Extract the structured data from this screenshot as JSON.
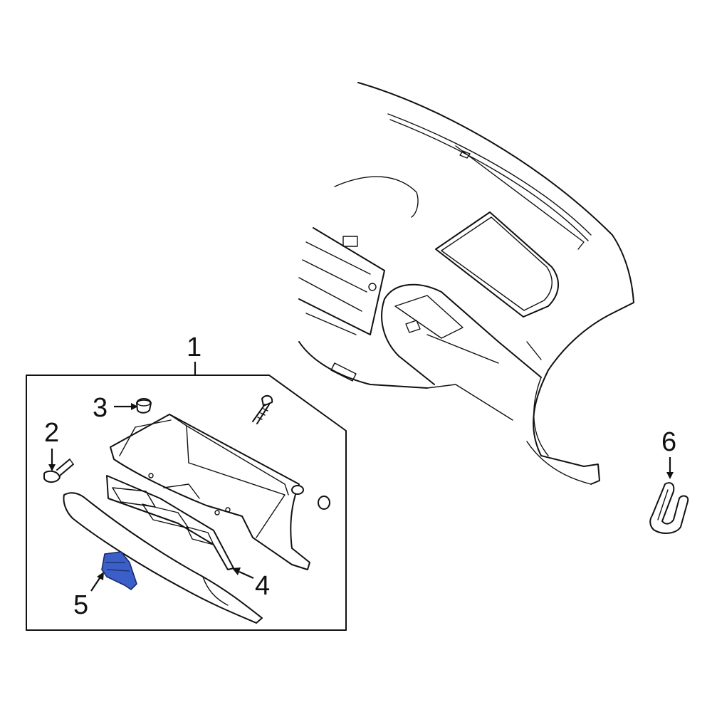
{
  "callouts": {
    "c1": "1",
    "c2": "2",
    "c3": "3",
    "c4": "4",
    "c5": "5",
    "c6": "6"
  },
  "highlight_color": "#3b5fc9"
}
